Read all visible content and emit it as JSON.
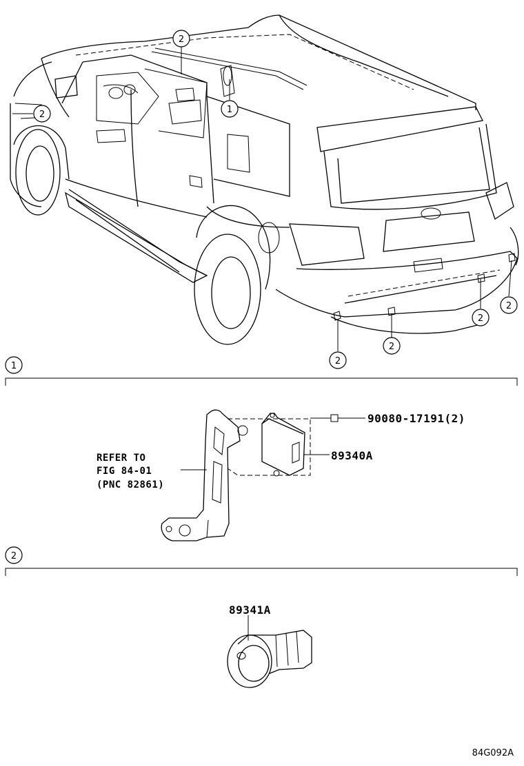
{
  "callouts": {
    "one": "1",
    "two": "2"
  },
  "sections": {
    "s1": {
      "number": "1"
    },
    "s2": {
      "number": "2"
    }
  },
  "parts": {
    "bolt": "90080-17191(2)",
    "computer": "89340A",
    "sensor": "89341A"
  },
  "reference": {
    "line1": "REFER TO",
    "line2": "FIG 84-01",
    "line3": "(PNC 82861)"
  },
  "figure_code": "84G092A"
}
